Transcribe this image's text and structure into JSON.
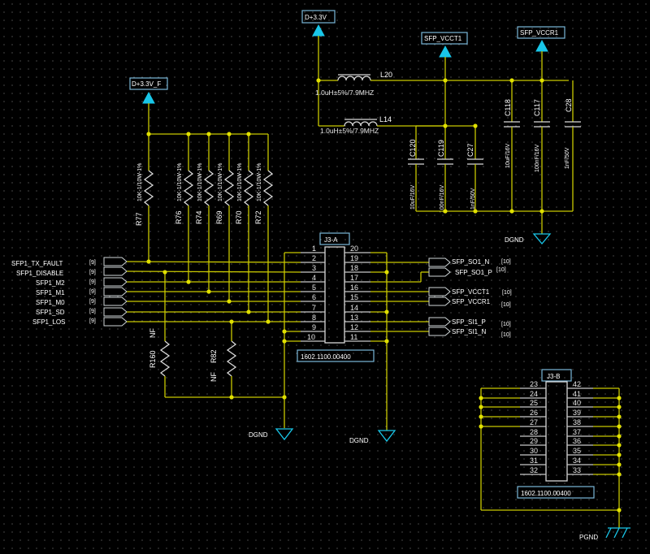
{
  "power": {
    "d33": "D+3.3V",
    "d33f": "D+3.3V_F",
    "vcct": "SFP_VCCT1",
    "vccr": "SFP_VCCR1",
    "dgnd": "DGND",
    "pgnd": "PGND"
  },
  "inductors": [
    {
      "ref": "L20",
      "value": "1.0uH±5%/7.9MHZ"
    },
    {
      "ref": "L14",
      "value": "1.0uH±5%/7.9MHZ"
    }
  ],
  "capacitors": [
    {
      "ref": "C120",
      "value": "10uF/16V"
    },
    {
      "ref": "C119",
      "value": "100nF/16V"
    },
    {
      "ref": "C27",
      "value": "1nF/50V"
    },
    {
      "ref": "C118",
      "value": "10uF/16V"
    },
    {
      "ref": "C117",
      "value": "100nF/16V"
    },
    {
      "ref": "C28",
      "value": "1nF/50V"
    }
  ],
  "pullups": [
    {
      "ref": "R77",
      "value": "10K-1/10W-1%"
    },
    {
      "ref": "R76",
      "value": "10K-1/10W-1%"
    },
    {
      "ref": "R74",
      "value": "10K-1/10W-1%"
    },
    {
      "ref": "R69",
      "value": "10K-1/10W-1%"
    },
    {
      "ref": "R70",
      "value": "10K-1/10W-1%"
    },
    {
      "ref": "R72",
      "value": "10K-1/10W-1%"
    }
  ],
  "pulldowns": [
    {
      "ref": "R160",
      "value": "NF"
    },
    {
      "ref": "R82",
      "value": "NF"
    }
  ],
  "left_ports": [
    {
      "name": "SFP1_TX_FAULT",
      "sheet": "[9]"
    },
    {
      "name": "SFP1_DISABLE",
      "sheet": "[9]"
    },
    {
      "name": "SFP1_M2",
      "sheet": "[9]"
    },
    {
      "name": "SFP1_M1",
      "sheet": "[9]"
    },
    {
      "name": "SFP1_M0",
      "sheet": "[9]"
    },
    {
      "name": "SFP1_SD",
      "sheet": "[9]"
    },
    {
      "name": "SFP1_LOS",
      "sheet": "[9]"
    }
  ],
  "right_ports": [
    {
      "name": "SFP_SO1_N",
      "sheet": "[10]"
    },
    {
      "name": "SFP_SO1_P",
      "sheet": "[10]"
    },
    {
      "name": "SFP_VCCT1",
      "sheet": "[10]"
    },
    {
      "name": "SFP_VCCR1",
      "sheet": "[10]"
    },
    {
      "name": "SFP_SI1_P",
      "sheet": "[10]"
    },
    {
      "name": "SFP_SI1_N",
      "sheet": "[10]"
    }
  ],
  "j3a": {
    "name": "J3-A",
    "part": "1602.1100.00400",
    "left_pins": [
      "1",
      "2",
      "3",
      "4",
      "5",
      "6",
      "7",
      "8",
      "9",
      "10"
    ],
    "right_pins": [
      "20",
      "19",
      "18",
      "17",
      "16",
      "15",
      "14",
      "13",
      "12",
      "11"
    ]
  },
  "j3b": {
    "name": "J3-B",
    "part": "1602.1100.00400",
    "left_pins": [
      "23",
      "24",
      "25",
      "26",
      "27",
      "28",
      "29",
      "30",
      "31",
      "32"
    ],
    "right_pins": [
      "42",
      "41",
      "40",
      "39",
      "38",
      "37",
      "36",
      "35",
      "34",
      "33"
    ]
  }
}
